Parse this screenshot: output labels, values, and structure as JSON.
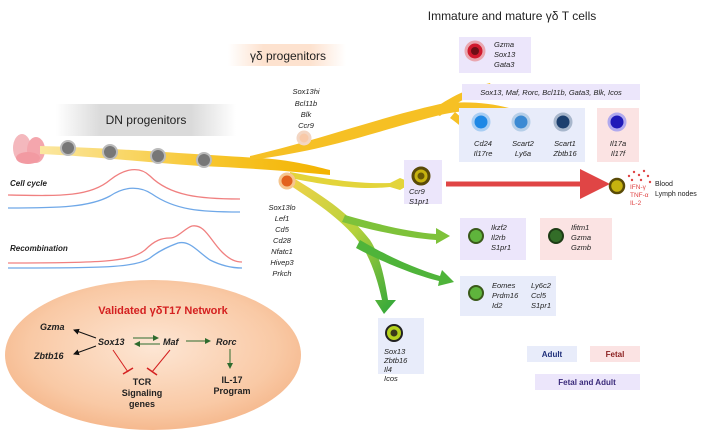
{
  "titles": {
    "immature_mature": "Immature and mature γδ T cells",
    "gd_progenitors": "γδ progenitors",
    "dn_progenitors": "DN progenitors"
  },
  "tracks": {
    "cell_cycle": "Cell cycle",
    "recombination": "Recombination"
  },
  "branch_upper": [
    "Sox13hi",
    "Bcl11b",
    "Blk",
    "Ccr9"
  ],
  "branch_lower": [
    "Sox13lo",
    "Lef1",
    "Cd5",
    "Cd28",
    "Nfatc1",
    "Hivep3",
    "Prkch"
  ],
  "top_cell_genes": [
    "Gzma",
    "Sox13",
    "Gata3"
  ],
  "ltf_bar": "Sox13, Maf, Rorc, Bcl11b, Gata3, Blk, Icos",
  "adult_cells": [
    {
      "genes": [
        "Cd24",
        "Il17re"
      ]
    },
    {
      "genes": [
        "Scart2",
        "Ly6a"
      ]
    },
    {
      "genes": [
        "Scart1",
        "Zbtb16"
      ]
    }
  ],
  "fetal_cell_genes": [
    "Il17a",
    "Il17f"
  ],
  "ccr9_cell_genes": [
    "Ccr9",
    "S1pr1"
  ],
  "cytokines": [
    "IFN-γ",
    "TNF-α",
    "IL-2"
  ],
  "blood_lymph": [
    "Blood",
    "Lymph nodes"
  ],
  "mid_adult_genes": [
    "Ikzf2",
    "Il2rb",
    "S1pr1"
  ],
  "mid_fetal_genes": [
    "Ifitm1",
    "Gzma",
    "Gzmb"
  ],
  "eomes_genes_col1": [
    "Eomes",
    "Prdm16",
    "Id2"
  ],
  "eomes_genes_col2": [
    "Ly6c2",
    "Ccl5",
    "S1pr1"
  ],
  "bottom_cell_genes": [
    "Sox13",
    "Zbtb16",
    "Il4",
    "Icos"
  ],
  "legend": {
    "adult": "Adult",
    "fetal": "Fetal",
    "fetal_adult": "Fetal and Adult"
  },
  "network": {
    "title": "Validated γδT17 Network",
    "gzma": "Gzma",
    "zbtb16": "Zbtb16",
    "sox13": "Sox13",
    "maf": "Maf",
    "rorc": "Rorc",
    "tcr": [
      "TCR",
      "Signaling",
      "genes"
    ],
    "il17": [
      "IL-17",
      "Program"
    ]
  },
  "colors": {
    "adult_bg": "#e8ecfa",
    "fetal_bg": "#fbe3e3",
    "both_bg": "#ece6fb",
    "yellow_flow": "#f7c52b",
    "green_flow": "#3cae3c",
    "arrow_red": "#e04545",
    "network_red": "#d42020",
    "blue_line": "#6fa8e8",
    "red_line": "#f08080"
  }
}
